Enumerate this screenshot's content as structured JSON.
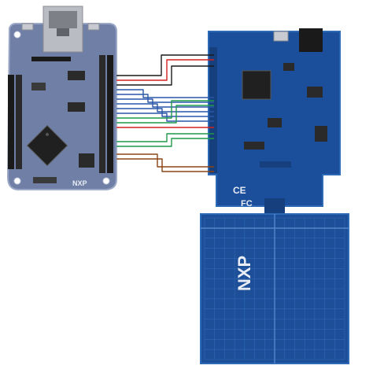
{
  "colors": {
    "left_board": "#6f7fa6",
    "left_board_edge": "#9aa7c6",
    "right_board": "#1b4f9c",
    "right_board_edge": "#2c6ab8",
    "antenna": "#1d4f98",
    "antenna_grid": "#2f68b4",
    "header_black": "#1a1a1a",
    "wire_black": "#1a1a1a",
    "wire_red": "#d42020",
    "wire_blue": "#2a56a8",
    "wire_green": "#1f9a4a",
    "wire_brown": "#8b4513",
    "ethernet_silver": "#b9bcc2",
    "chip_black": "#202020"
  },
  "left_board": {
    "logo_text": "NXP"
  },
  "right_board": {
    "ce_mark": "CE",
    "fcc_mark": "FC"
  },
  "antenna": {
    "logo_text": "NXP"
  }
}
